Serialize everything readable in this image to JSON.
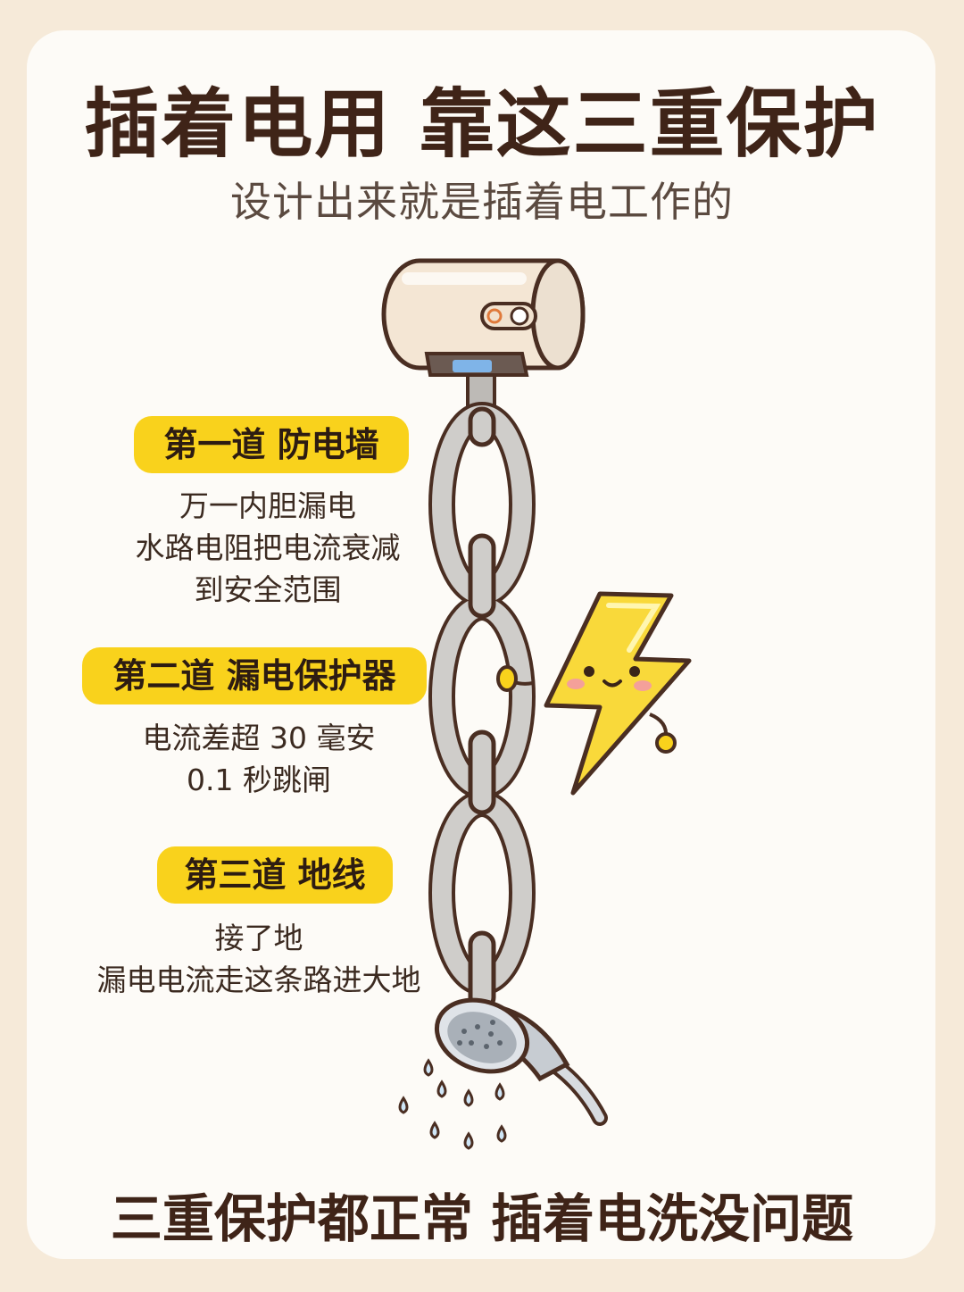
{
  "title": "插着电用 靠这三重保护",
  "subtitle": "设计出来就是插着电工作的",
  "layers": [
    {
      "tag": "第一道 防电墙",
      "lines": [
        "万一内胆漏电",
        "水路电阻把电流衰减",
        "到安全范围"
      ]
    },
    {
      "tag": "第二道 漏电保护器",
      "lines": [
        "电流差超 30 毫安",
        "0.1 秒跳闸"
      ]
    },
    {
      "tag": "第三道 地线",
      "lines": [
        "接了地",
        "漏电电流走这条路进大地"
      ]
    }
  ],
  "footer": "三重保护都正常 插着电洗没问题",
  "colors": {
    "tag_bg": "#f9d21c",
    "text_dark": "#3f2418",
    "background": "#f6ead9",
    "card": "#fdfbf7"
  },
  "illustration": {
    "heater_icon": "water-heater-icon",
    "chain_icon": "chain-icon",
    "bolt_icon": "lightning-mascot-icon",
    "shower_icon": "shower-head-icon"
  }
}
